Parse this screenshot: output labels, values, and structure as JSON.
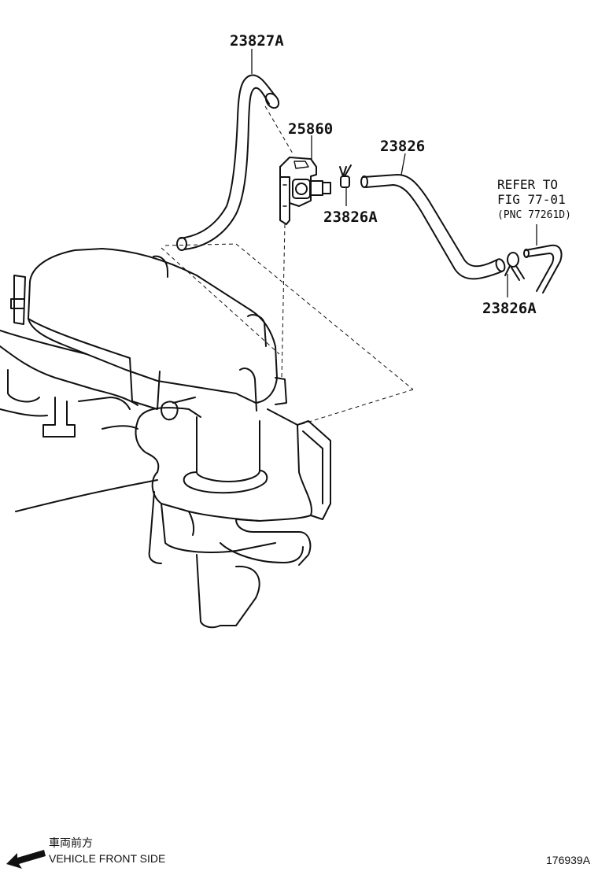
{
  "parts": {
    "hose_upper": "23827A",
    "vsv": "25860",
    "hose_main": "23826",
    "clamp_left": "23826A",
    "clamp_right": "23826A"
  },
  "reference": {
    "line1": "REFER TO",
    "line2": "FIG 77-01",
    "line3": "(PNC 77261D)"
  },
  "footer": {
    "direction_jp": "車両前方",
    "direction_en": "VEHICLE FRONT SIDE",
    "figure_id": "176939A"
  }
}
